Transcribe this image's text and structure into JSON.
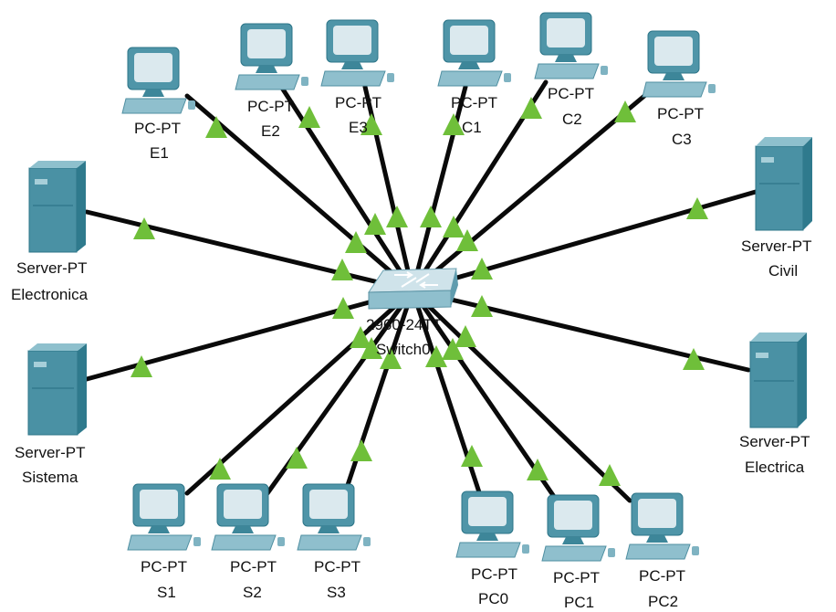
{
  "colors": {
    "cable": "#0a0a0a",
    "link_light": "#6fbf3a",
    "device_dark": "#2e7f92",
    "device_mid": "#5b9fb1",
    "device_light": "#a7cfd9",
    "screen": "#dbe9ee"
  },
  "switch": {
    "model": "2960-24TT",
    "name": "Switch0",
    "icon": "switch-icon"
  },
  "servers": {
    "electronica": {
      "model": "Server-PT",
      "name": "Electronica",
      "icon": "server-icon"
    },
    "sistema": {
      "model": "Server-PT",
      "name": "Sistema",
      "icon": "server-icon"
    },
    "civil": {
      "model": "Server-PT",
      "name": "Civil",
      "icon": "server-icon"
    },
    "electrica": {
      "model": "Server-PT",
      "name": "Electrica",
      "icon": "server-icon"
    }
  },
  "pcs": {
    "e1": {
      "model": "PC-PT",
      "name": "E1",
      "icon": "pc-icon"
    },
    "e2": {
      "model": "PC-PT",
      "name": "E2",
      "icon": "pc-icon"
    },
    "e3": {
      "model": "PC-PT",
      "name": "E3",
      "icon": "pc-icon"
    },
    "c1": {
      "model": "PC-PT",
      "name": "C1",
      "icon": "pc-icon"
    },
    "c2": {
      "model": "PC-PT",
      "name": "C2",
      "icon": "pc-icon"
    },
    "c3": {
      "model": "PC-PT",
      "name": "C3",
      "icon": "pc-icon"
    },
    "s1": {
      "model": "PC-PT",
      "name": "S1",
      "icon": "pc-icon"
    },
    "s2": {
      "model": "PC-PT",
      "name": "S2",
      "icon": "pc-icon"
    },
    "s3": {
      "model": "PC-PT",
      "name": "S3",
      "icon": "pc-icon"
    },
    "pc0": {
      "model": "PC-PT",
      "name": "PC0",
      "icon": "pc-icon"
    },
    "pc1": {
      "model": "PC-PT",
      "name": "PC1",
      "icon": "pc-icon"
    },
    "pc2": {
      "model": "PC-PT",
      "name": "PC2",
      "icon": "pc-icon"
    }
  }
}
